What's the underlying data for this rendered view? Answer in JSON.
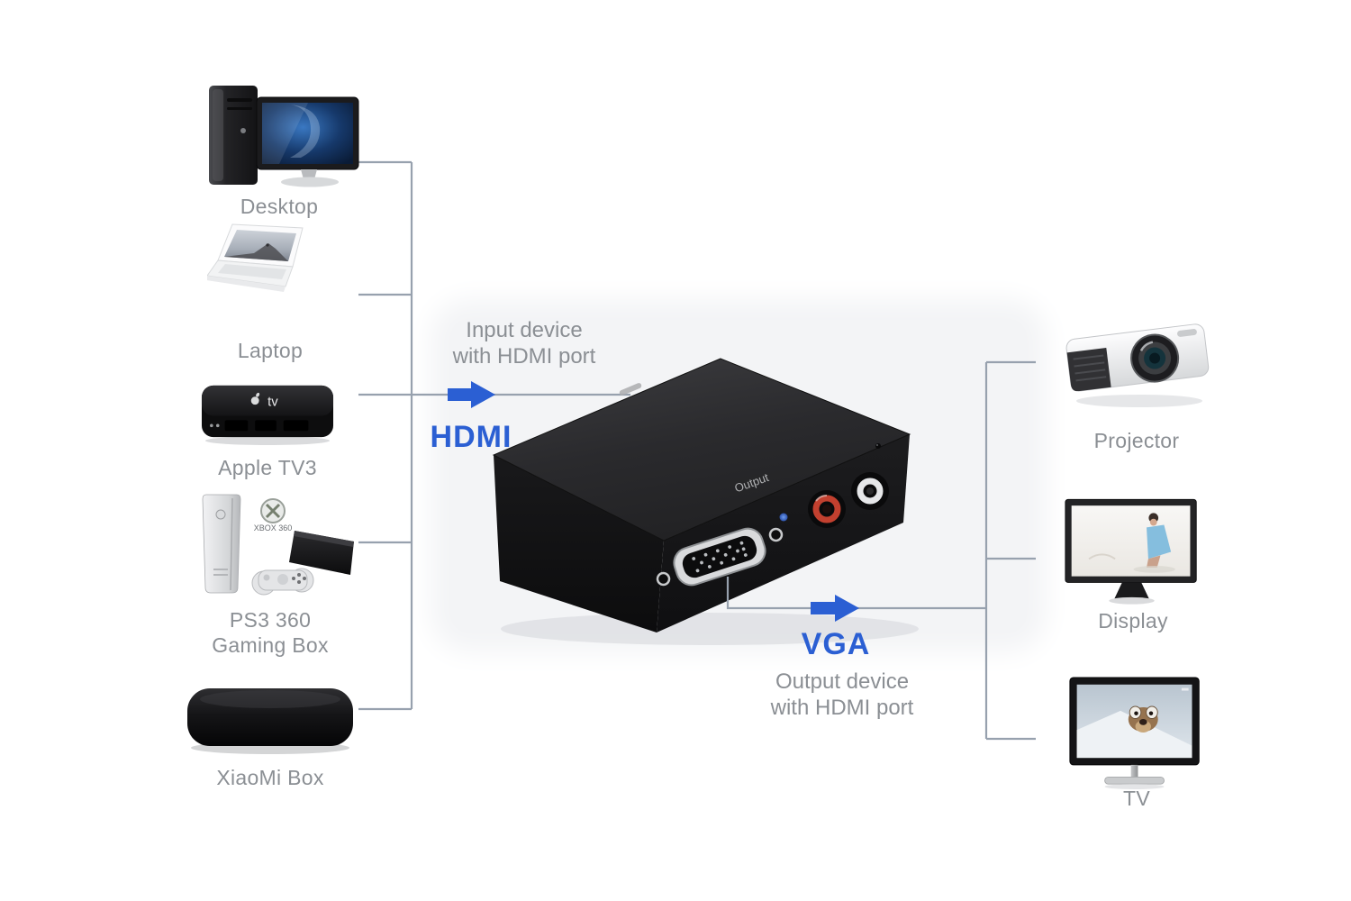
{
  "colors": {
    "accent_blue": "#2b5fd3",
    "line_gray": "#97a1ae",
    "label_gray": "#8b8f94"
  },
  "input_devices": [
    {
      "name": "desktop",
      "label": "Desktop"
    },
    {
      "name": "laptop",
      "label": "Laptop"
    },
    {
      "name": "apple-tv",
      "label": "Apple TV3",
      "logo_text": "tv"
    },
    {
      "name": "gaming-consoles",
      "label_line1": "PS3 360",
      "label_line2": "Gaming Box",
      "logo_text": "XBOX 360"
    },
    {
      "name": "xiaomi-box",
      "label": "XiaoMi Box"
    }
  ],
  "output_devices": [
    {
      "name": "projector",
      "label": "Projector"
    },
    {
      "name": "display",
      "label": "Display"
    },
    {
      "name": "tv",
      "label": "TV"
    }
  ],
  "annotations": {
    "input": {
      "line1": "Input device",
      "line2": "with HDMI port",
      "port": "HDMI"
    },
    "output": {
      "line1": "Output device",
      "line2": "with HDMI port",
      "port": "VGA"
    }
  },
  "converter": {
    "face_label": "Output"
  }
}
